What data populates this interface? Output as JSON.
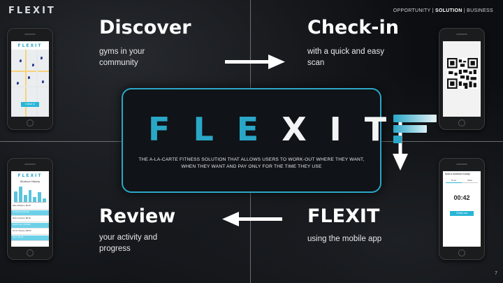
{
  "brand": "FLEXIT",
  "tagline": {
    "part1": "OPPORTUNITY | ",
    "part2": "SOLUTION",
    "part3": " | BUSINESS"
  },
  "steps": {
    "discover": {
      "title": "Discover",
      "desc_l1": "gyms in your",
      "desc_l2": "community"
    },
    "checkin": {
      "title": "Check-in",
      "desc_l1": "with a quick and easy",
      "desc_l2": "scan"
    },
    "review": {
      "title": "Review",
      "desc_l1": "your activity and",
      "desc_l2": "progress"
    },
    "flexit": {
      "title": "FLEXIT",
      "desc_l1": "using the mobile app"
    }
  },
  "center": {
    "letters": [
      "F",
      "L",
      "E",
      "X",
      "I",
      "T"
    ],
    "desc_l1": "THE A-LA-CARTE FITNESS SOLUTION THAT ALLOWS USERS TO WORK-OUT WHERE THEY WANT,",
    "desc_l2": "WHEN THEY WANT  AND PAY ONLY FOR THE TIME THEY USE"
  },
  "phones": {
    "map": {
      "logo": "FLEXIT",
      "button": "Check in"
    },
    "qr": {},
    "history": {
      "logo": "FLEXIT",
      "title": "Workout History",
      "rows": [
        "Elite Athletics | $6.40",
        "La Fitness | $12.60",
        "Retro Fitness | $8.20",
        "Gold's Gym | $10.80",
        "24 Hr. Fitness | $8.00",
        "Gym | $4.20"
      ]
    },
    "timer": {
      "logo": "FLEXIT",
      "title": "Add a workout buddy",
      "tab1": "Timer",
      "tab2": "Stats",
      "time": "00:42",
      "button": "Check out"
    }
  },
  "page_number": "7",
  "colors": {
    "accent": "#2aa7c7",
    "accent_light": "#4fc6e3",
    "background": "#0c0e11"
  }
}
